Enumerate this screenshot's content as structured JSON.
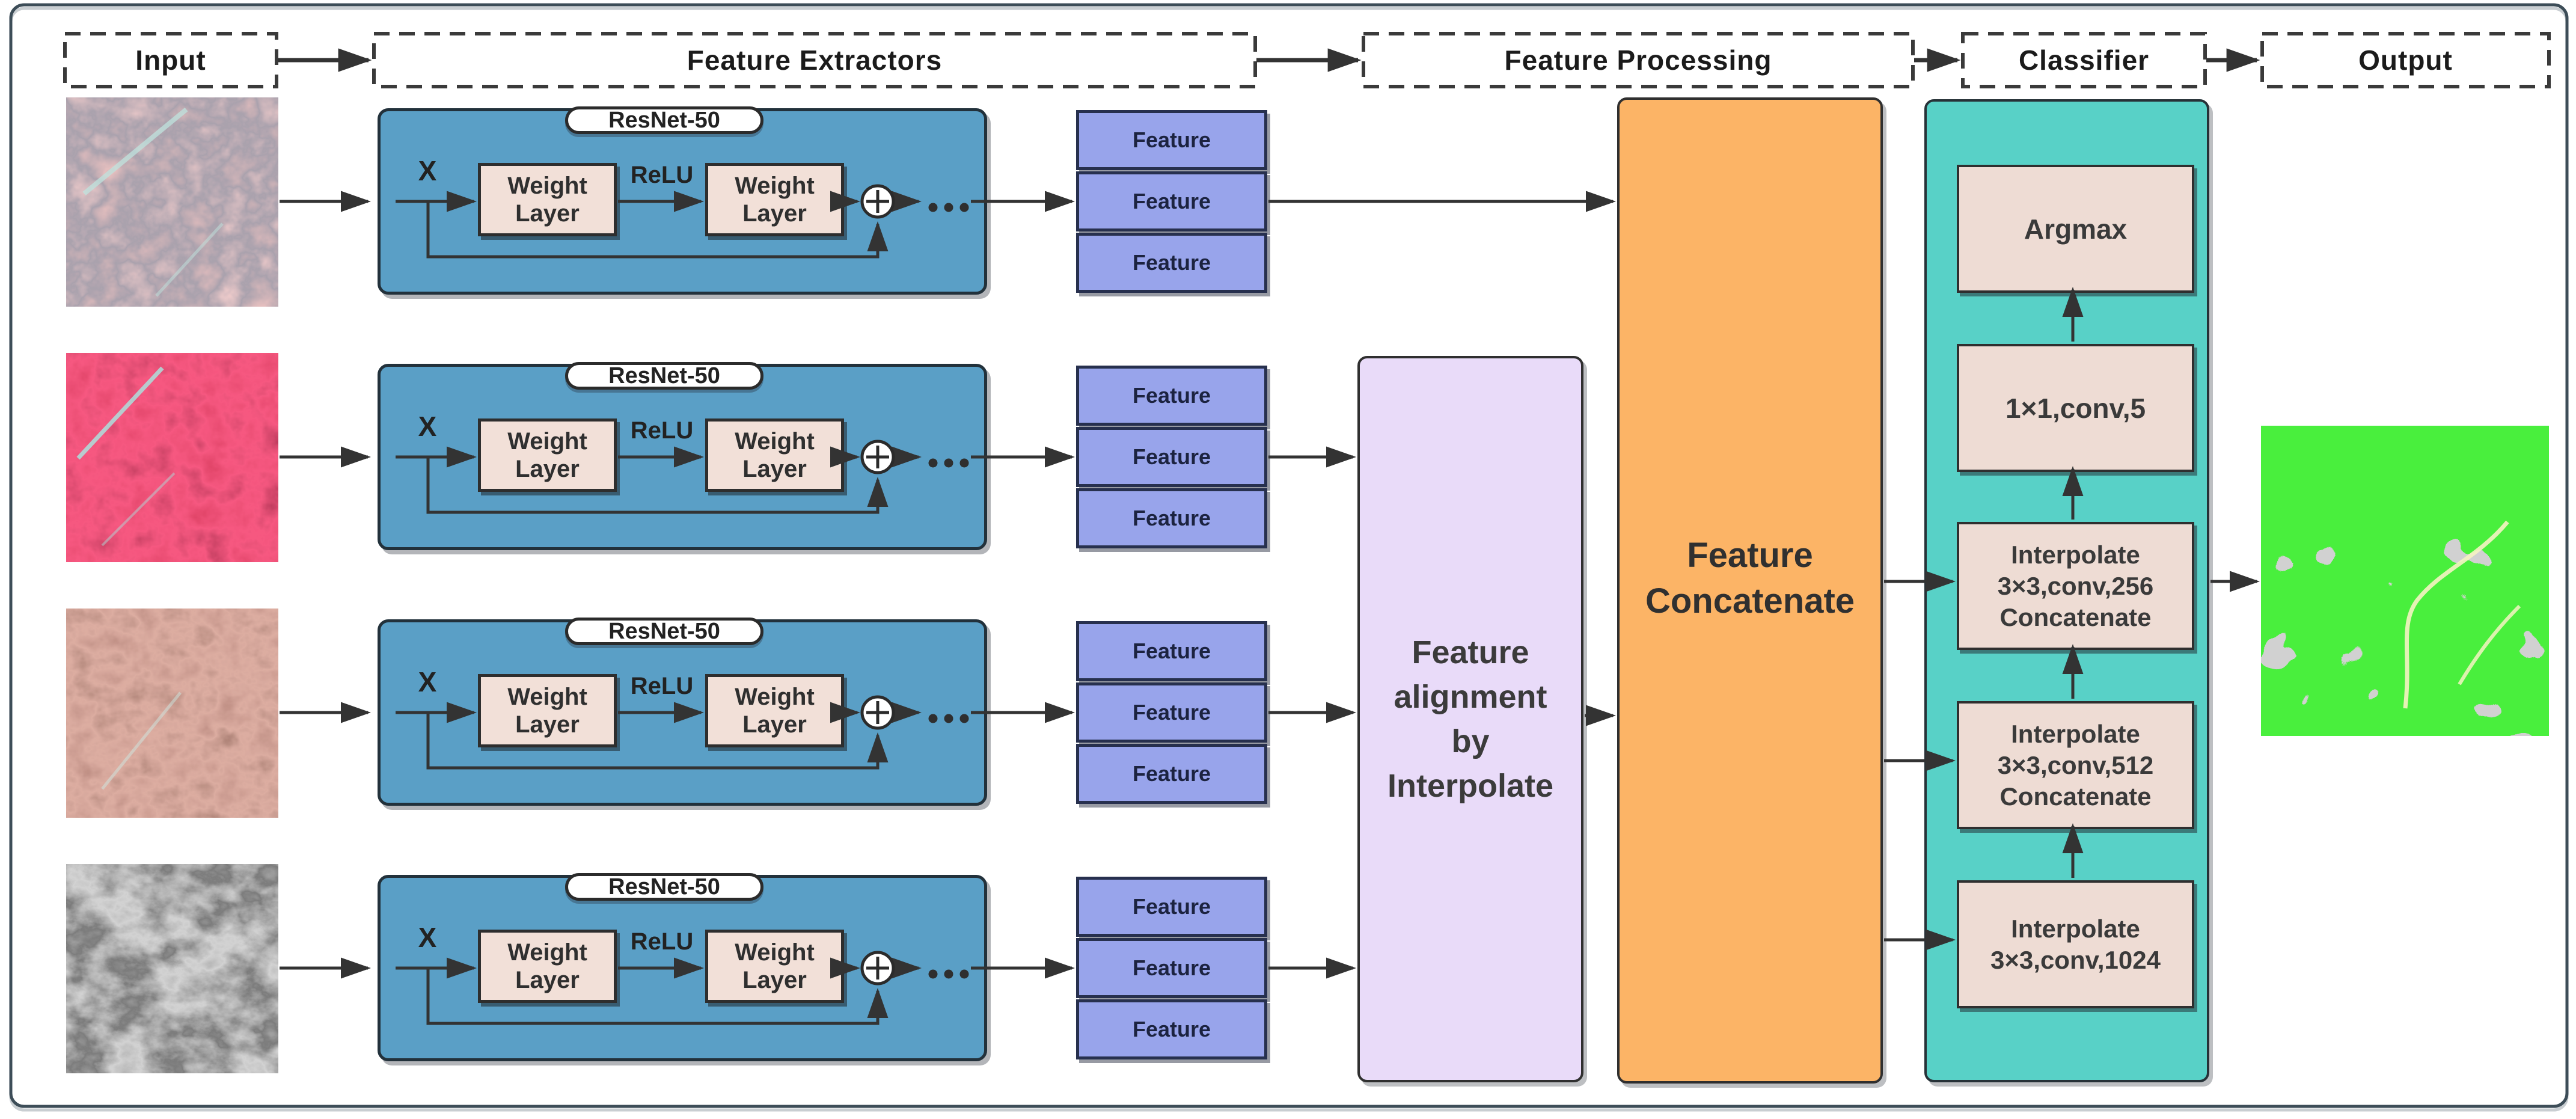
{
  "figure": {
    "title": "Multimodal remote-sensing classification network diagram",
    "headers": {
      "input": "Input",
      "feature_extractors": "Feature Extractors",
      "feature_processing": "Feature Processing",
      "classifier": "Classifier",
      "output": "Output"
    },
    "resnet": {
      "label": "ResNet-50",
      "input_symbol": "X",
      "weight_layer": [
        "Weight",
        "Layer"
      ],
      "relu": "ReLU",
      "ellipsis": "...",
      "sum_icon": "circled-plus-icon"
    },
    "feature_label": "Feature",
    "input_images": [
      {
        "desc": "false-color satellite patch: mottled pink and slate-blue mountainous terrain with pale cyan streaks"
      },
      {
        "desc": "false-color infrared satellite patch: bright red terrain with dark ridge lines and cyan streak"
      },
      {
        "desc": "false-color satellite patch: dark red-brown ridged terrain with pale highlights"
      },
      {
        "desc": "grayscale DEM patch: dendritic valley and ridge network"
      }
    ],
    "alignment_box": {
      "lines": [
        "Feature",
        "alignment",
        "by",
        "Interpolate"
      ]
    },
    "concatenate_box": {
      "lines": [
        "Feature",
        "Concatenate"
      ]
    },
    "classifier_boxes": {
      "argmax": "Argmax",
      "conv1x1": "1×1,conv,5",
      "interp256": [
        "Interpolate",
        "3×3,conv,256",
        "Concatenate"
      ],
      "interp512": [
        "Interpolate",
        "3×3,conv,512",
        "Concatenate"
      ],
      "interp1024": [
        "Interpolate",
        "3×3,conv,1024"
      ]
    },
    "output_image": {
      "desc": "land-cover classification map with bright-green, gray, blue and pale-yellow classes"
    },
    "colors": {
      "resnet_fill": "#5A9FC6",
      "weight_layer_fill": "#F2E0D8",
      "feature_fill": "#98A4EB",
      "alignment_fill": "#E9DBF9",
      "concatenate_fill": "#FCB466",
      "classifier_fill": "#58D1C7",
      "inner_box_fill": "#EEDCD4",
      "arrow": "#333333",
      "map_green": "#12E00D",
      "map_gray": "#A6A6A6",
      "map_blue": "#2979E0",
      "map_yellow": "#F5F2C2"
    }
  }
}
